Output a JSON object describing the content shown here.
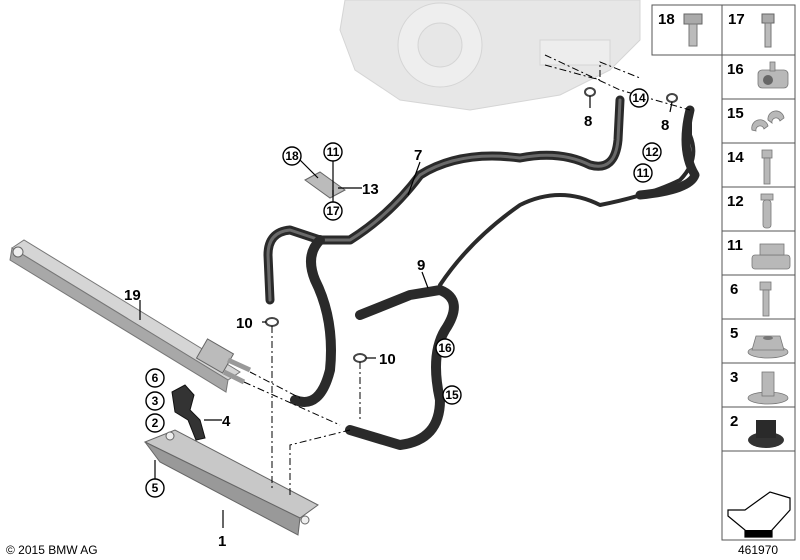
{
  "diagram": {
    "callouts": {
      "c19": "19",
      "c10a": "10",
      "c18": "18",
      "c11a": "11",
      "c13": "13",
      "c17": "17",
      "c7": "7",
      "c9": "9",
      "c10b": "10",
      "c16": "16",
      "c15": "15",
      "c8a": "8",
      "c8b": "8",
      "c14": "14",
      "c12": "12",
      "c11b": "11",
      "c6": "6",
      "c3": "3",
      "c2": "2",
      "c4": "4",
      "c5": "5",
      "c1": "1"
    },
    "parts_panel": [
      {
        "label": "18",
        "icon": "flange-bolt-icon"
      },
      {
        "label": "17",
        "icon": "bolt-icon"
      },
      {
        "label": "16",
        "icon": "pipe-clamp-icon"
      },
      {
        "label": "15",
        "icon": "clip-icon"
      },
      {
        "label": "14",
        "icon": "bolt-icon"
      },
      {
        "label": "12",
        "icon": "stud-bolt-icon"
      },
      {
        "label": "11",
        "icon": "pipe-holder-icon"
      },
      {
        "label": "6",
        "icon": "bolt-icon"
      },
      {
        "label": "5",
        "icon": "hex-nut-icon"
      },
      {
        "label": "3",
        "icon": "collar-nut-icon"
      },
      {
        "label": "2",
        "icon": "rubber-mount-icon"
      }
    ],
    "copyright": "© 2015 BMW AG",
    "diagram_number": "461970"
  }
}
